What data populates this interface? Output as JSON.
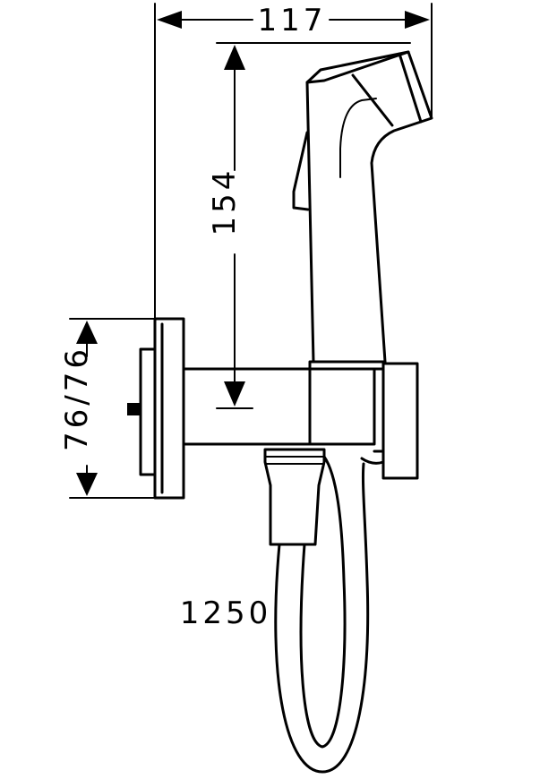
{
  "dimensions": {
    "width_label": "117",
    "height_label": "154",
    "rosette_label": "76/76",
    "hose_label": "1250"
  },
  "colors": {
    "line": "#000000",
    "background": "#ffffff"
  }
}
